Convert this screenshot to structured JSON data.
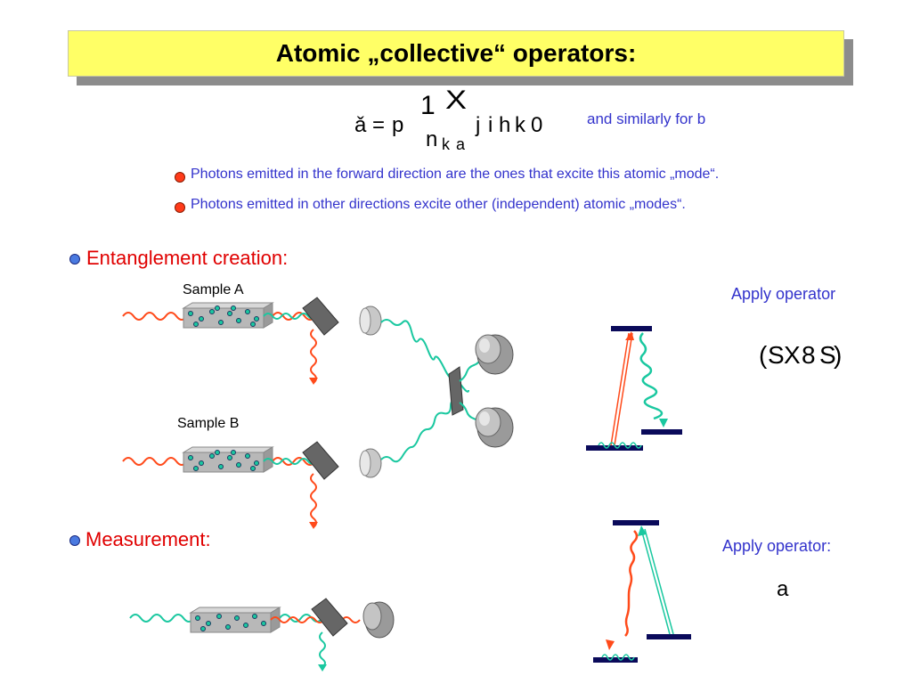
{
  "title": "Atomic „collective“ operators:",
  "formula_note": "and similarly for b",
  "sub_bullets": [
    "Photons emitted in the forward direction are the ones that excite this atomic „mode“.",
    "Photons emitted in other directions excite other (independent) atomic „modes“."
  ],
  "sections": {
    "entanglement": "Entanglement creation:",
    "measurement": "Measurement:"
  },
  "labels": {
    "sample_a": "Sample A",
    "sample_b": "Sample B",
    "apply_operator_1": "Apply operator",
    "apply_operator_2": "Apply operator:",
    "operator_symbol": "a"
  },
  "colors": {
    "title_bg": "#ffff66",
    "text_blue": "#3333cc",
    "heading_red": "#e00000",
    "photon_red": "#ff4a1a",
    "photon_green": "#1ac8a0",
    "level_navy": "#0a0a5a"
  }
}
